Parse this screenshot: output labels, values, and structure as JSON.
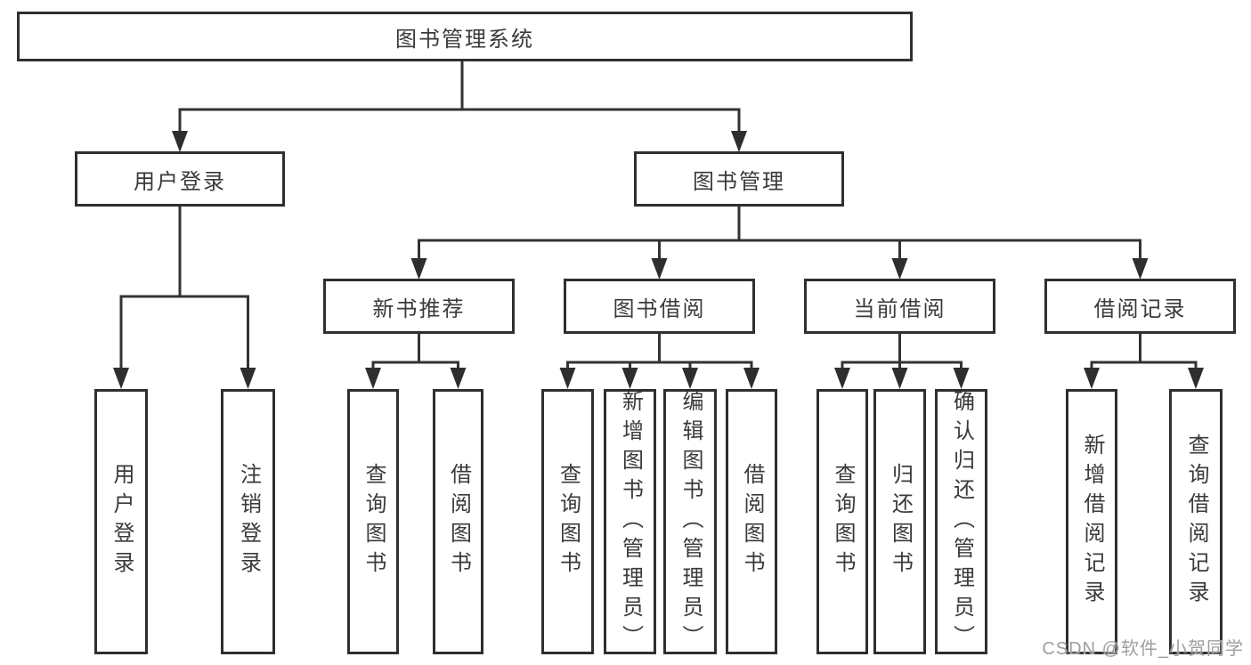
{
  "tree": {
    "root": {
      "label": "图书管理系统"
    },
    "login": {
      "label": "用户登录",
      "children": [
        "用户登录",
        "注销登录"
      ]
    },
    "management": {
      "label": "图书管理",
      "sections": [
        {
          "label": "新书推荐",
          "children": [
            "查询图书",
            "借阅图书"
          ]
        },
        {
          "label": "图书借阅",
          "children": [
            "查询图书",
            "新增图书（管理员）",
            "编辑图书（管理员）",
            "借阅图书"
          ]
        },
        {
          "label": "当前借阅",
          "children": [
            "查询图书",
            "归还图书",
            "确认归还（管理员）"
          ]
        },
        {
          "label": "借阅记录",
          "children": [
            "新增借阅记录",
            "查询借阅记录"
          ]
        }
      ]
    }
  },
  "watermark": "CSDN @软件_小贺同学",
  "colors": {
    "line": "#333333",
    "arrow": "#2e2e2e",
    "box_border": "#2f2f2f",
    "text": "#3a3a3a",
    "watermark": "#9e9e9e",
    "background": "#ffffff"
  }
}
